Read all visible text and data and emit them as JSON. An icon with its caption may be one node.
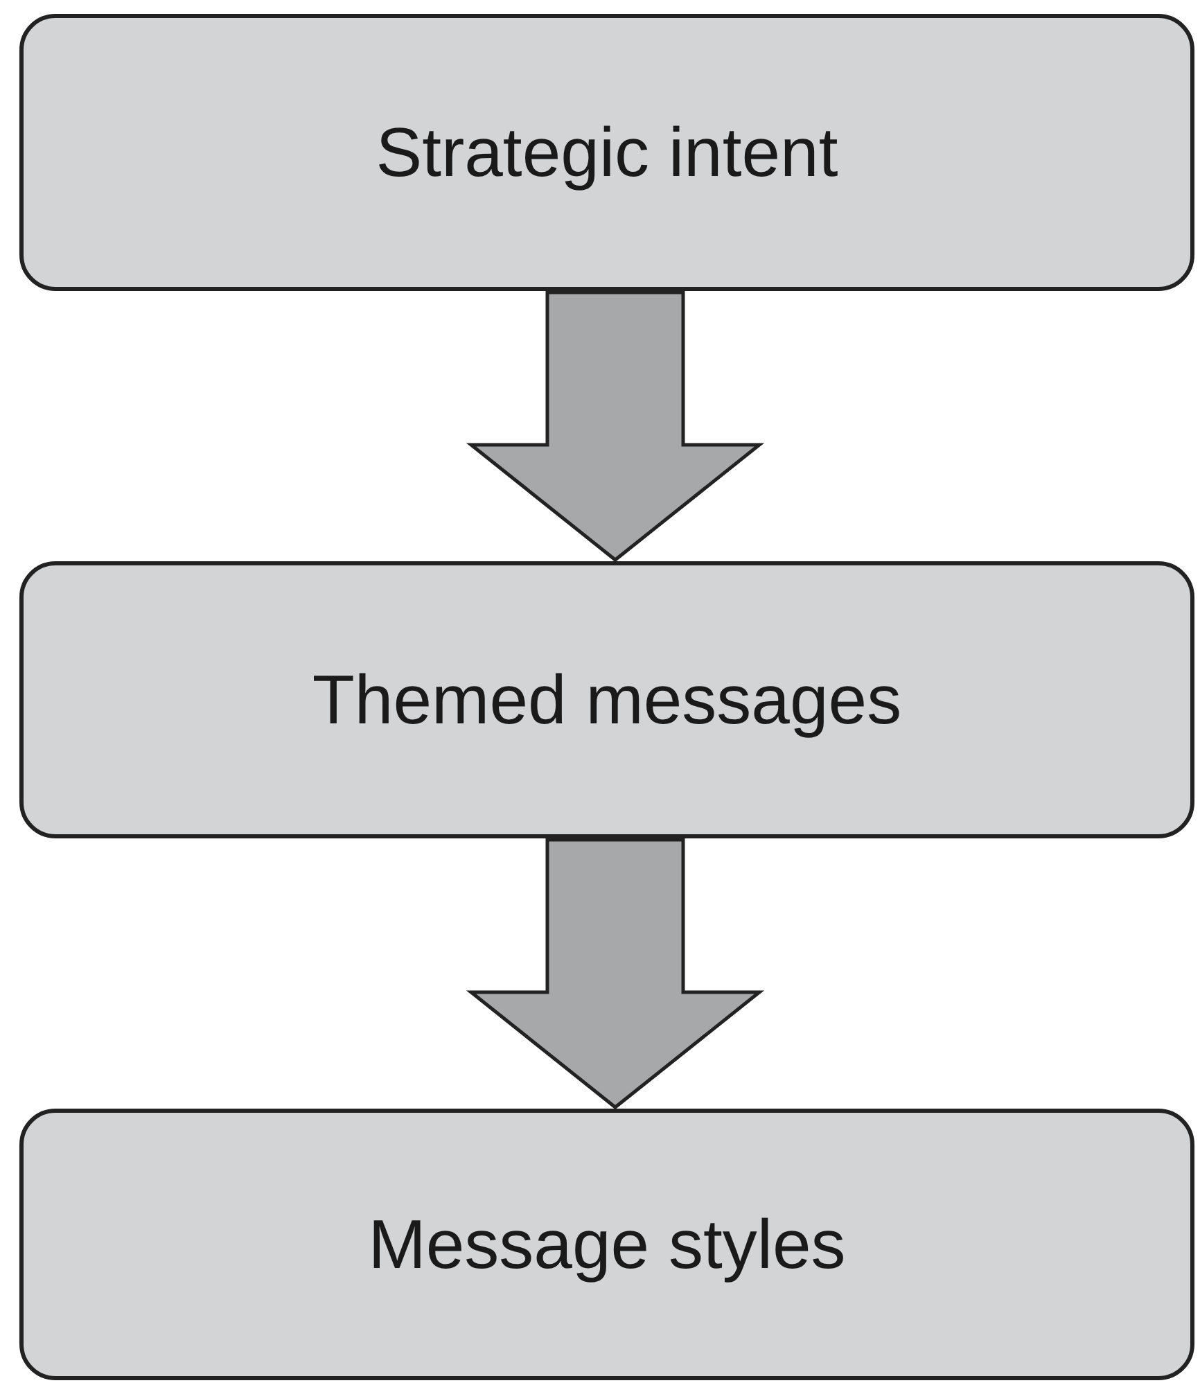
{
  "diagram": {
    "nodes": [
      {
        "text": [
          "Strategic intent"
        ]
      },
      {
        "text": [
          "Themed messages"
        ]
      },
      {
        "text": [
          "Message styles"
        ]
      }
    ],
    "edges": [
      {
        "from": 0,
        "to": 1,
        "arrow": "to"
      },
      {
        "from": 1,
        "to": 2,
        "arrow": "to"
      }
    ]
  }
}
